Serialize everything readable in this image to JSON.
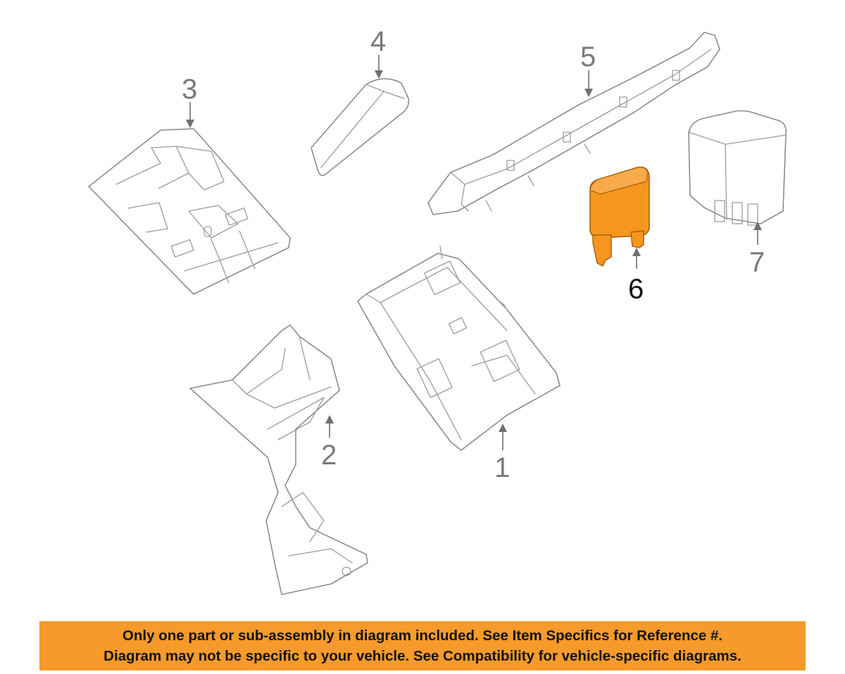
{
  "diagram": {
    "highlight_color": "#f5961e",
    "callouts": [
      {
        "id": "1",
        "label": "1",
        "highlighted": false
      },
      {
        "id": "2",
        "label": "2",
        "highlighted": false
      },
      {
        "id": "3",
        "label": "3",
        "highlighted": false
      },
      {
        "id": "4",
        "label": "4",
        "highlighted": false
      },
      {
        "id": "5",
        "label": "5",
        "highlighted": false
      },
      {
        "id": "6",
        "label": "6",
        "highlighted": true
      },
      {
        "id": "7",
        "label": "7",
        "highlighted": false
      }
    ]
  },
  "disclaimer": {
    "background": "#f59a2b",
    "line1": "Only one part or sub-assembly in diagram included. See Item Specifics for Reference #.",
    "line2": "Diagram may not be specific to your vehicle. See Compatibility for vehicle-specific diagrams."
  }
}
